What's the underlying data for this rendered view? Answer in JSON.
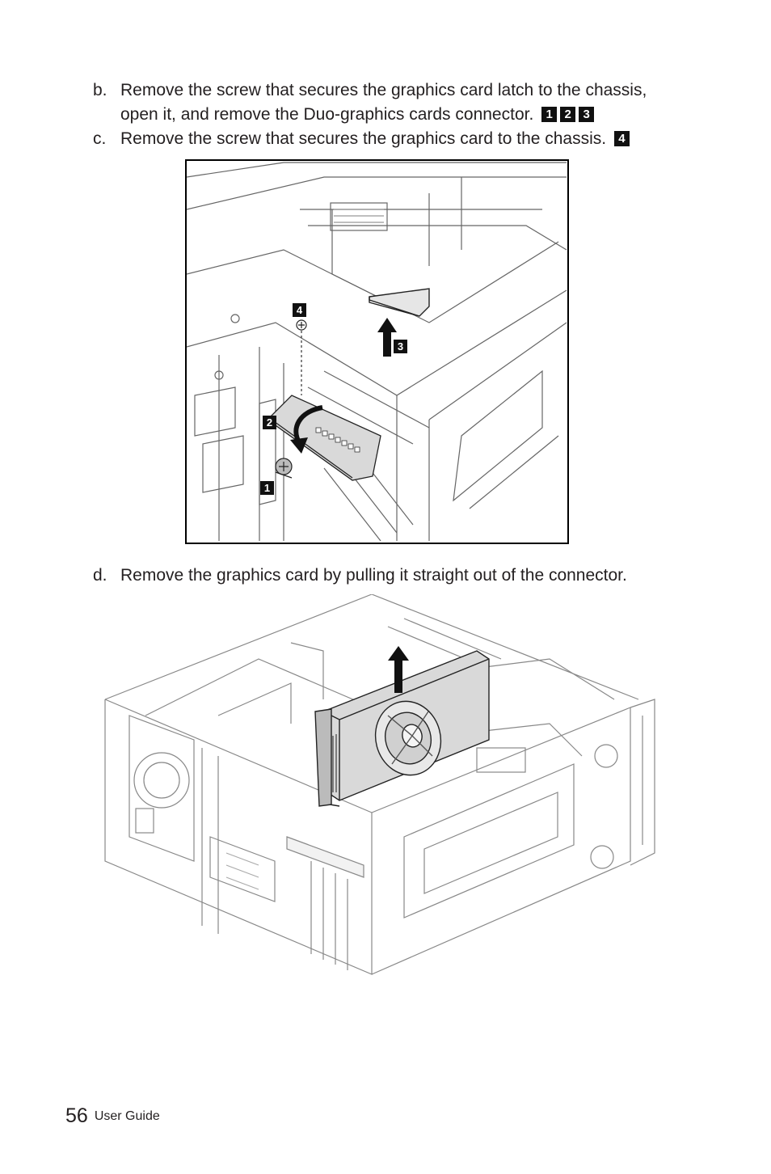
{
  "steps": [
    {
      "letter": "b.",
      "line1": "Remove the screw that secures the graphics card latch to the chassis,",
      "line2": "open it, and remove the Duo-graphics cards connector.",
      "badges": [
        "1",
        "2",
        "3"
      ]
    },
    {
      "letter": "c.",
      "text": "Remove the screw that secures the graphics card to the chassis.",
      "badges": [
        "4"
      ]
    },
    {
      "letter": "d.",
      "text": "Remove the graphics card by pulling it straight out of the connector."
    }
  ],
  "figure1": {
    "callouts": [
      "1",
      "2",
      "3",
      "4"
    ]
  },
  "footer": {
    "page_number": "56",
    "title": "User Guide"
  },
  "colors": {
    "text": "#231f20",
    "callout_bg": "#111111",
    "line_art": "#555555",
    "card_fill": "#d9d9d9"
  },
  "icons": [
    "arrow-up-icon",
    "curved-arrow-icon",
    "screw-icon"
  ]
}
